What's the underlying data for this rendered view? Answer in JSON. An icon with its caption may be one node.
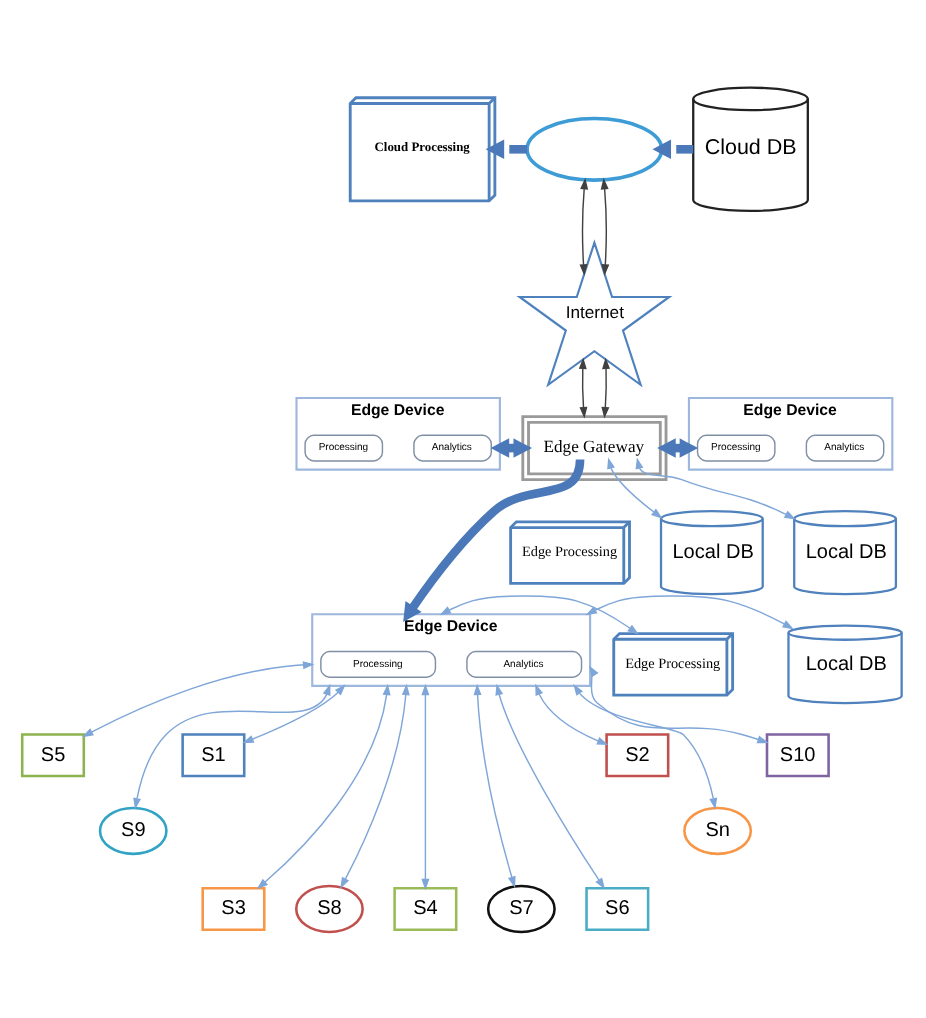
{
  "diagram": {
    "nodes": [
      {
        "text": [
          "Cloud Processing"
        ]
      },
      {
        "text": [],
        "shape": "cloud"
      },
      {
        "text": [
          "Cloud DB"
        ]
      },
      {
        "text": [
          "Internet"
        ]
      },
      {
        "text": [
          "Edge Device"
        ]
      },
      {
        "text": [
          "Processing"
        ],
        "in": 4
      },
      {
        "text": [
          "Analytics"
        ],
        "in": 4
      },
      {
        "text": [
          "Edge Gateway"
        ]
      },
      {
        "text": [
          "Edge Device"
        ]
      },
      {
        "text": [
          "Processing"
        ],
        "in": 8
      },
      {
        "text": [
          "Analytics"
        ],
        "in": 8
      },
      {
        "text": [
          "Edge Processing"
        ]
      },
      {
        "text": [
          "Local DB"
        ]
      },
      {
        "text": [
          "Local DB"
        ]
      },
      {
        "text": [
          "Edge Processing"
        ]
      },
      {
        "text": [
          "Edge Device"
        ]
      },
      {
        "text": [
          "Processing"
        ],
        "in": 15
      },
      {
        "text": [
          "Analytics"
        ],
        "in": 15
      },
      {
        "text": [
          "Local DB"
        ]
      },
      {
        "text": [
          "S5"
        ]
      },
      {
        "text": [
          "S1"
        ]
      },
      {
        "text": [
          "S2"
        ]
      },
      {
        "text": [
          "S10"
        ]
      },
      {
        "text": [
          "S9"
        ]
      },
      {
        "text": [
          "Sn"
        ]
      },
      {
        "text": [
          "S3"
        ]
      },
      {
        "text": [
          "S8"
        ]
      },
      {
        "text": [
          "S4"
        ]
      },
      {
        "text": [
          "S7"
        ]
      },
      {
        "text": [
          "S6"
        ]
      }
    ],
    "edges": [
      {
        "from": 1,
        "to": 0,
        "arrow": "to",
        "style": "thick",
        "color": "#4a78b8"
      },
      {
        "from": 2,
        "to": 1,
        "arrow": "to",
        "style": "thick",
        "color": "#4a78b8"
      },
      {
        "from": 1,
        "to": 3,
        "arrow": "both",
        "color": "#404040"
      },
      {
        "from": 1,
        "to": 3,
        "arrow": "both",
        "color": "#404040"
      },
      {
        "from": 3,
        "to": 7,
        "arrow": "both",
        "color": "#404040"
      },
      {
        "from": 3,
        "to": 7,
        "arrow": "both",
        "color": "#404040"
      },
      {
        "from": 4,
        "to": 7,
        "arrow": "both",
        "style": "thick",
        "color": "#4a78b8"
      },
      {
        "from": 7,
        "to": 8,
        "arrow": "both",
        "style": "thick",
        "color": "#4a78b8"
      },
      {
        "from": 7,
        "to": 15,
        "arrow": "to",
        "style": "thick",
        "color": "#4a78b8"
      },
      {
        "from": 7,
        "to": 12,
        "arrow": "both"
      },
      {
        "from": 7,
        "to": 13,
        "arrow": "both"
      },
      {
        "from": 14,
        "to": 15,
        "arrow": "both"
      },
      {
        "from": 15,
        "to": 18,
        "arrow": "both"
      },
      {
        "from": 15,
        "to": 19,
        "arrow": "both"
      },
      {
        "from": 15,
        "to": 20,
        "arrow": "both"
      },
      {
        "from": 15,
        "to": 21,
        "arrow": "both"
      },
      {
        "from": 15,
        "to": 22,
        "arrow": "both"
      },
      {
        "from": 15,
        "to": 23,
        "arrow": "both"
      },
      {
        "from": 15,
        "to": 24,
        "arrow": "both"
      },
      {
        "from": 15,
        "to": 25,
        "arrow": "both"
      },
      {
        "from": 15,
        "to": 26,
        "arrow": "both"
      },
      {
        "from": 15,
        "to": 27,
        "arrow": "both"
      },
      {
        "from": 15,
        "to": 28,
        "arrow": "both"
      },
      {
        "from": 15,
        "to": 29,
        "arrow": "both"
      }
    ]
  }
}
